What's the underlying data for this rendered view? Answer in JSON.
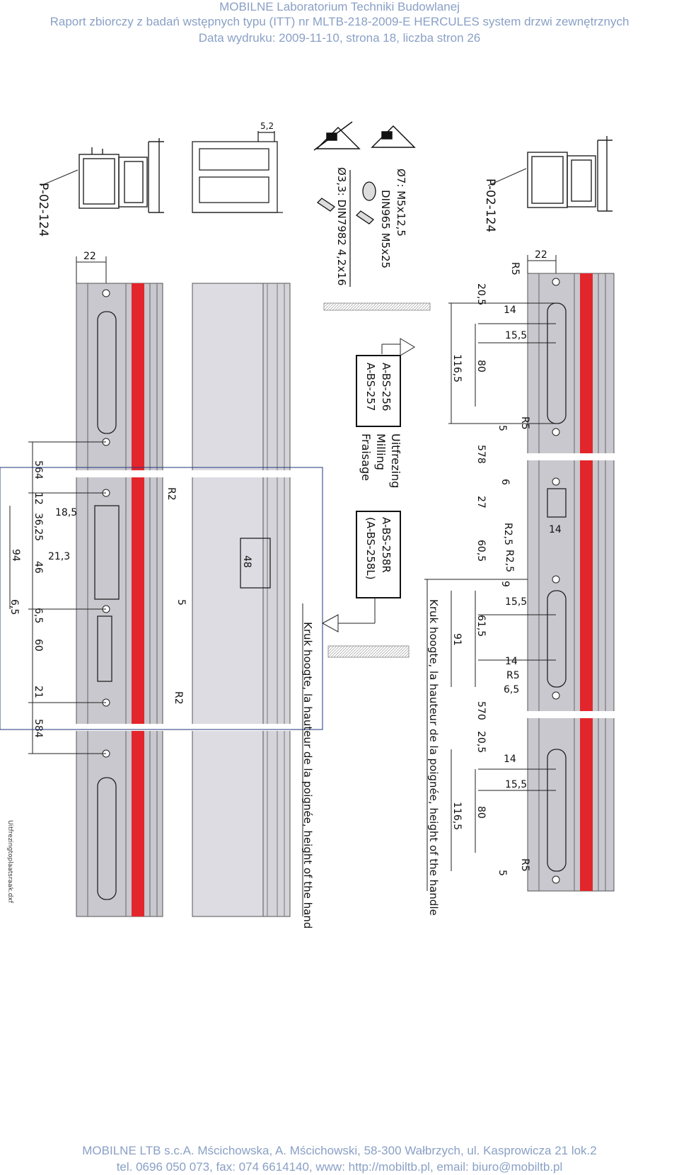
{
  "header": {
    "line1": "MOBILNE  Laboratorium Techniki Budowlanej",
    "line2": "Raport zbiorczy z badań wstępnych typu (ITT) nr MLTB-218-2009-E HERCULES system drzwi zewnętrznych",
    "line3": "Data wydruku: 2009-11-10, strona 18, liczba stron 26"
  },
  "footer": {
    "line1": "MOBILNE LTB s.c.A. Mścichowska, A. Mścichowski, 58-300 Wałbrzych, ul. Kasprowicza 21 lok.2",
    "line2": "tel. 0696 050 073, fax: 074 6614140, www: http://mobiltb.pl, email: biuro@mobiltb.pl"
  },
  "drawing": {
    "profile_code": "P-02-124",
    "dim_top": "5,2",
    "dim_width": "22",
    "screw_1": "Ø7: M5x12,5",
    "screw_2": "DIN965 M5x25",
    "screw_3": "Ø3,3: DIN7982 4,2x16",
    "box_a_line1": "A-BS-256",
    "box_a_line2": "A-BS-257",
    "box_b_line1": "A-BS-258R",
    "box_b_line2": "(A-BS-258L)",
    "milling_1": "Uitfrezing",
    "milling_2": "Milling",
    "milling_3": "Fraisage",
    "handle_height": "Kruk hoogte, la hauteur de la poignée, height of the handle",
    "file_name": "Uitfrezingtoplaatsraak.dxf",
    "left_dims": [
      "564",
      "12",
      "36,25",
      "18,5",
      "21,3",
      "46",
      "94",
      "6,5",
      "6,5",
      "60",
      "21",
      "584",
      "5",
      "48"
    ],
    "left_radii": [
      "R2",
      "R2"
    ],
    "right_dims": [
      "20,5",
      "14",
      "15,5",
      "116,5",
      "80",
      "5",
      "578",
      "6",
      "27",
      "14",
      "60,5",
      "9",
      "15,5",
      "61,5",
      "91",
      "14",
      "6,5",
      "570",
      "20,5",
      "14",
      "15,5",
      "116,5",
      "80",
      "5"
    ],
    "right_radii": [
      "R5",
      "R5",
      "R2,5",
      "R2,5",
      "R5",
      "R5"
    ]
  }
}
